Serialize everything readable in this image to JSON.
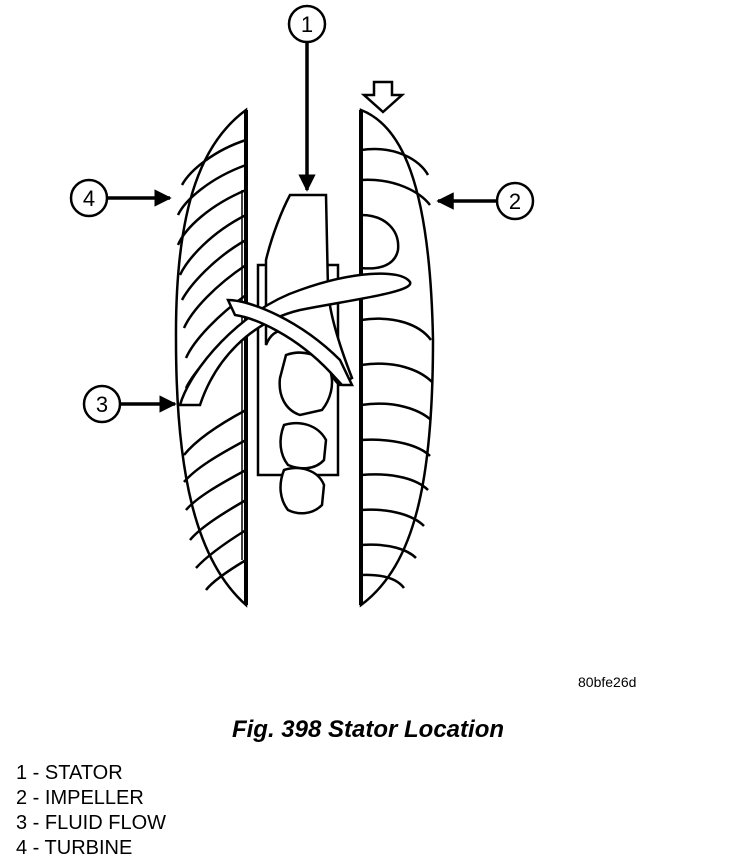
{
  "callouts": [
    {
      "id": "1"
    },
    {
      "id": "2"
    },
    {
      "id": "3"
    },
    {
      "id": "4"
    }
  ],
  "figure_code": "80bfe26d",
  "caption": "Fig. 398 Stator Location",
  "legend": [
    "1 - STATOR",
    "2 - IMPELLER",
    "3 - FLUID FLOW",
    "4 - TURBINE"
  ]
}
